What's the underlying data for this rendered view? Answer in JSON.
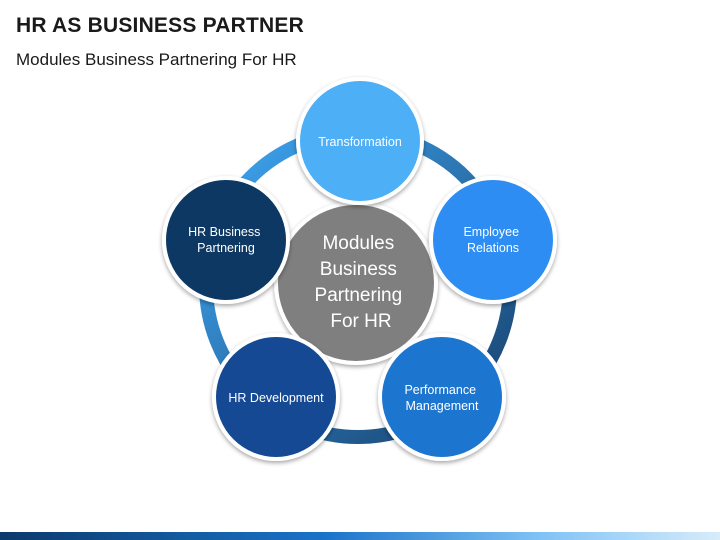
{
  "slide": {
    "title": "HR AS BUSINESS PARTNER",
    "subtitle": "Modules Business Partnering For HR"
  },
  "diagram": {
    "center": {
      "lines": [
        "Modules",
        "Business",
        "Partnering",
        "For HR"
      ],
      "color": "#7f7f7f"
    },
    "ring_colors": [
      "#3fa9f5",
      "#173f6b"
    ],
    "nodes": [
      {
        "id": "transformation",
        "lines": [
          "Transformation"
        ],
        "color": "#4db0f7"
      },
      {
        "id": "employee-relations",
        "lines": [
          "Employee",
          "Relations"
        ],
        "color": "#2f8df2"
      },
      {
        "id": "performance-management",
        "lines": [
          "Performance",
          "Management"
        ],
        "color": "#1e74cf"
      },
      {
        "id": "hr-development",
        "lines": [
          "HR Development"
        ],
        "color": "#124a93"
      },
      {
        "id": "hr-business-partnering",
        "lines": [
          "HR Business",
          "Partnering"
        ],
        "color": "#0b3864"
      }
    ]
  }
}
